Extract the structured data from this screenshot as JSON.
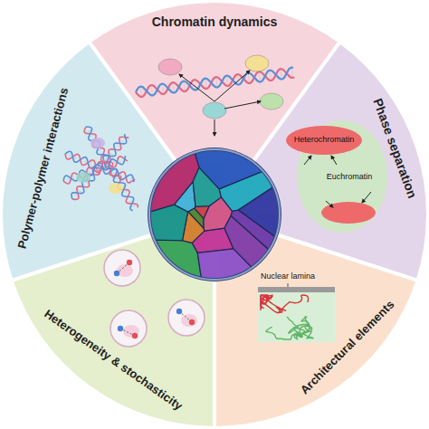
{
  "diagram": {
    "nodes": [
      {
        "text": [
          "Chromatin dynamics"
        ]
      },
      {
        "text": [
          "Phase separation"
        ]
      },
      {
        "text": [
          "Architectural elements"
        ]
      },
      {
        "text": [
          "Heterogeneity & stochasticity"
        ]
      },
      {
        "text": [
          "Polymer-polymer interactions"
        ]
      }
    ],
    "labels": [
      "Heterochromatin",
      "Euchromatin",
      "Nuclear lamina"
    ]
  }
}
